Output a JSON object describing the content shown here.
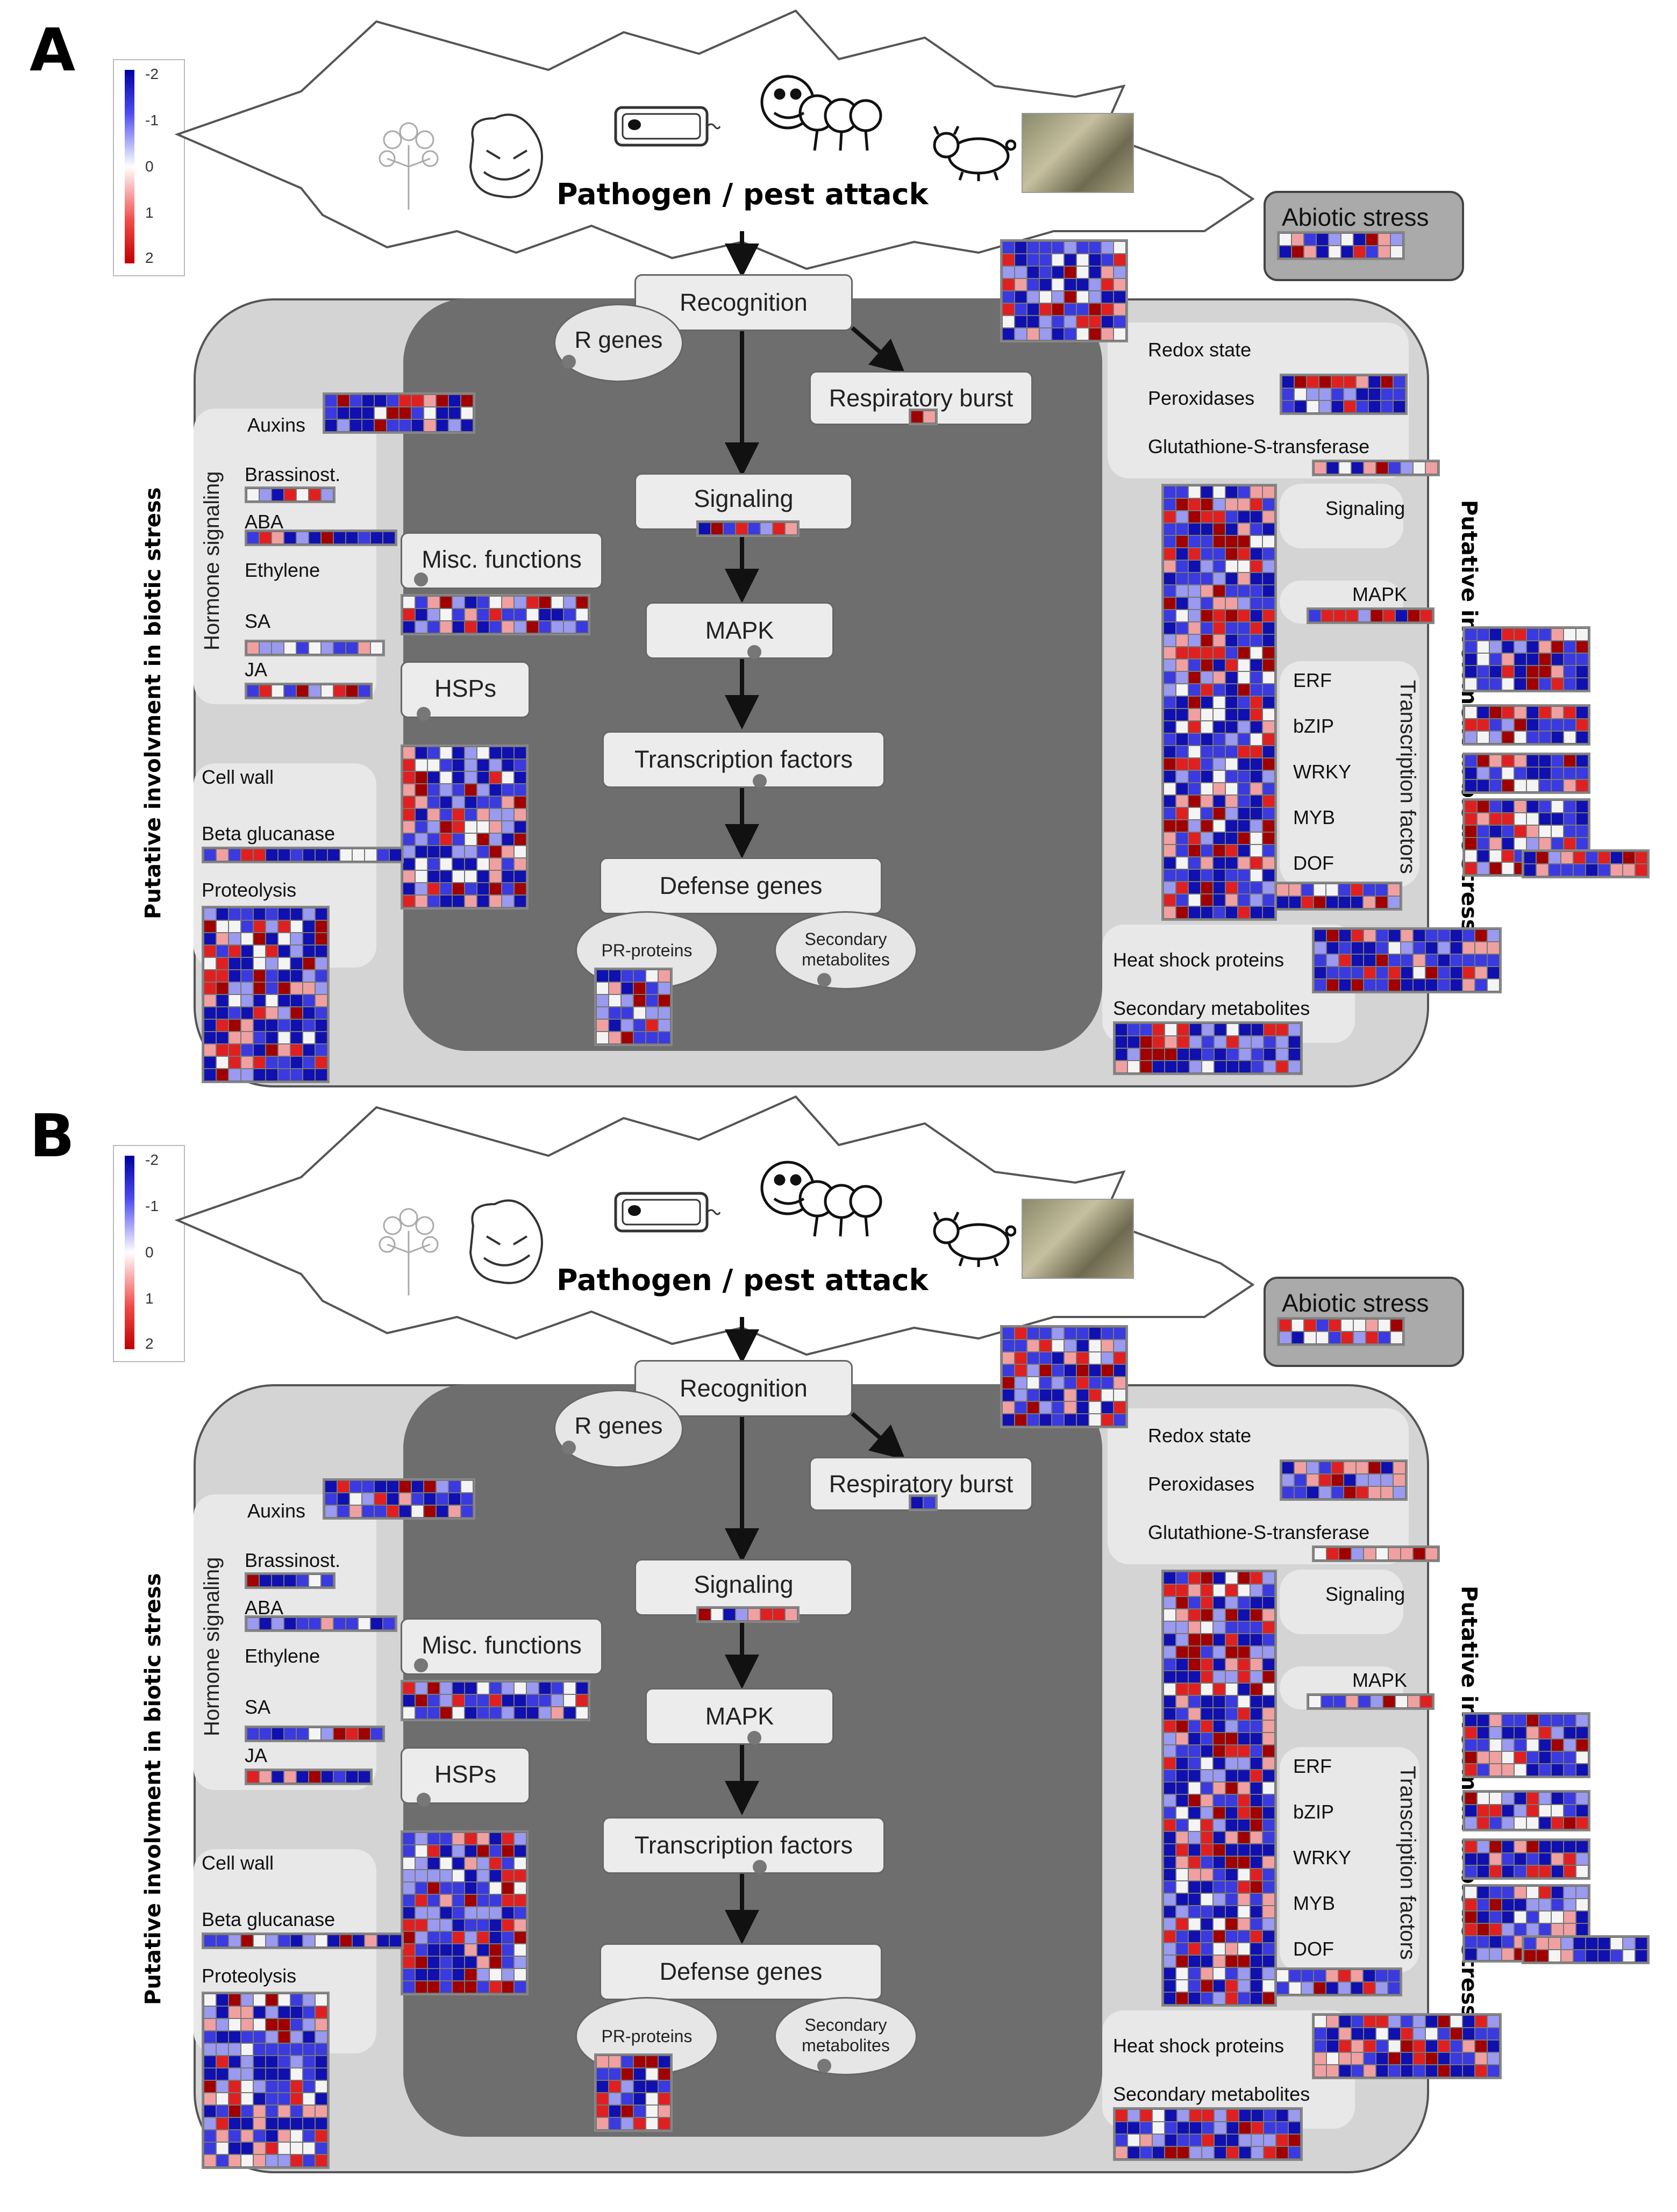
{
  "panels": [
    {
      "label": "A",
      "legend": {
        "ticks": [
          "-2",
          "-1",
          "0",
          "1",
          "2"
        ]
      },
      "title": "Pathogen / pest attack",
      "abiotic": "Abiotic stress",
      "center": {
        "recognition": "Recognition",
        "r_genes": "R genes",
        "resp_burst": "Respiratory burst",
        "signaling": "Signaling",
        "mapk": "MAPK",
        "tf": "Transcription factors",
        "defense": "Defense genes",
        "pr": "PR-proteins",
        "secmet": "Secondary metabolites",
        "misc": "Misc. functions",
        "hsps": "HSPs"
      },
      "left": {
        "side_title": "Putative involvment in biotic stress",
        "hormone": "Hormone signaling",
        "auxins": "Auxins",
        "brass": "Brassinost.",
        "aba": "ABA",
        "ethylene": "Ethylene",
        "sa": "SA",
        "ja": "JA",
        "cellwall": "Cell wall",
        "betagluc": "Beta glucanase",
        "proteolysis": "Proteolysis"
      },
      "right": {
        "side_title": "Putative involvment in biotic stress",
        "redox": "Redox state",
        "perox": "Peroxidases",
        "gst": "Glutathione-S-transferase",
        "signaling": "Signaling",
        "mapk": "MAPK",
        "tf_title": "Transcription factors",
        "erf": "ERF",
        "bzip": "bZIP",
        "wrky": "WRKY",
        "myb": "MYB",
        "dof": "DOF",
        "hsp": "Heat shock proteins",
        "secmet": "Secondary metabolites"
      }
    },
    {
      "label": "B",
      "legend": {
        "ticks": [
          "-2",
          "-1",
          "0",
          "1",
          "2"
        ]
      },
      "title": "Pathogen / pest attack",
      "abiotic": "Abiotic stress",
      "center": {
        "recognition": "Recognition",
        "r_genes": "R genes",
        "resp_burst": "Respiratory burst",
        "signaling": "Signaling",
        "mapk": "MAPK",
        "tf": "Transcription factors",
        "defense": "Defense genes",
        "pr": "PR-proteins",
        "secmet": "Secondary metabolites",
        "misc": "Misc. functions",
        "hsps": "HSPs"
      },
      "left": {
        "side_title": "Putative involvment in biotic stress",
        "hormone": "Hormone signaling",
        "auxins": "Auxins",
        "brass": "Brassinost.",
        "aba": "ABA",
        "ethylene": "Ethylene",
        "sa": "SA",
        "ja": "JA",
        "cellwall": "Cell wall",
        "betagluc": "Beta glucanase",
        "proteolysis": "Proteolysis"
      },
      "right": {
        "side_title": "Putative involvment in biotic stress",
        "redox": "Redox state",
        "perox": "Peroxidases",
        "gst": "Glutathione-S-transferase",
        "signaling": "Signaling",
        "mapk": "MAPK",
        "tf_title": "Transcription factors",
        "erf": "ERF",
        "bzip": "bZIP",
        "wrky": "WRKY",
        "myb": "MYB",
        "dof": "DOF",
        "hsp": "Heat shock proteins",
        "secmet": "Secondary metabolites"
      }
    }
  ],
  "colors": {
    "strong_blue": "#1010b0",
    "blue": "#3a3ae0",
    "light_blue": "#9a9af0",
    "white": "#f4f4f4",
    "light_red": "#f0a0a0",
    "red": "#e02020",
    "strong_red": "#a00000"
  },
  "icons": [
    "fungus-icon",
    "virus-icon",
    "bacterium-icon",
    "caterpillar-icon",
    "beetle-icon",
    "nematode-photo"
  ]
}
